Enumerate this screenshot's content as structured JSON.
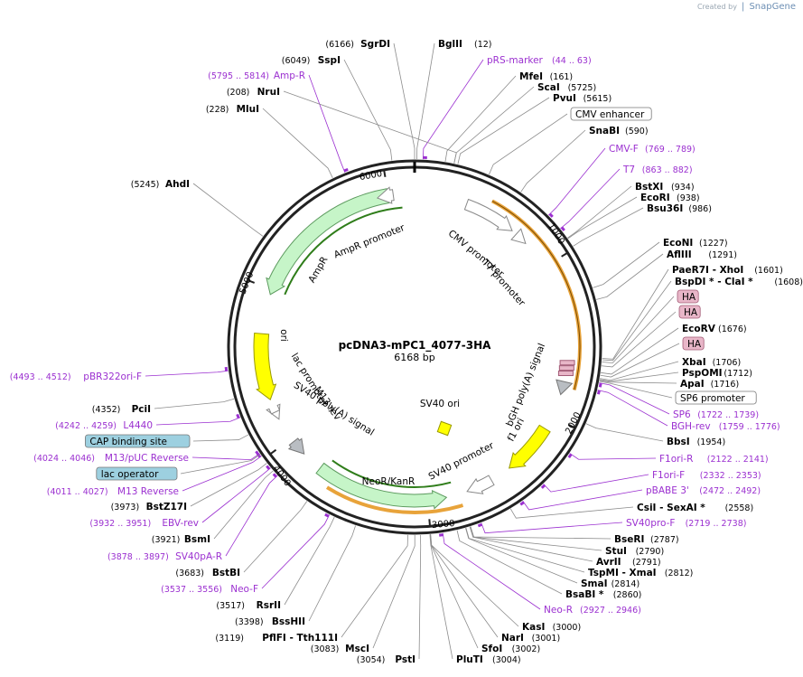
{
  "branding": {
    "created_by": "Created by",
    "app": "SnapGene"
  },
  "map": {
    "name": "pcDNA3-mPC1_4077-3HA",
    "size": "6168 bp",
    "length": 6168,
    "ticks": [
      "1000",
      "2000",
      "3000",
      "4000",
      "5000",
      "6000"
    ]
  },
  "features": [
    {
      "label": "CMV promoter",
      "color": "#ffffff",
      "stroke": "#888888"
    },
    {
      "label": "T7 promoter",
      "color": "#ffffff",
      "stroke": "#888888"
    },
    {
      "label": "HA",
      "color": "#e8b6c8",
      "stroke": "#a25b76"
    },
    {
      "label": "bGH poly(A) signal",
      "color": "#b9bdc2",
      "stroke": "#777777"
    },
    {
      "label": "f1 ori",
      "color": "#ffff00",
      "stroke": "#999900"
    },
    {
      "label": "SV40 promoter",
      "color": "#ffffff",
      "stroke": "#888888"
    },
    {
      "label": "SV40 ori",
      "color": "#ffff00",
      "stroke": "#999900"
    },
    {
      "label": "NeoR/KanR",
      "color": "#c6f5c8",
      "stroke": "#5c9a5e"
    },
    {
      "label": "SV40 poly(A) signal",
      "color": "#b9bdc2",
      "stroke": "#777777"
    },
    {
      "label": "lac promoter",
      "color": "#ffffff",
      "stroke": "#888888"
    },
    {
      "label": "M13 rev",
      "color": "#ffffff",
      "stroke": "#888888"
    },
    {
      "label": "ori",
      "color": "#ffff00",
      "stroke": "#999900"
    },
    {
      "label": "AmpR",
      "color": "#c6f5c8",
      "stroke": "#5c9a5e"
    },
    {
      "label": "AmpR promoter",
      "color": "#ffffff",
      "stroke": "#888888"
    }
  ],
  "labels": [
    {
      "type": "enzyme",
      "name": "SgrDI",
      "pos": "(6166)"
    },
    {
      "type": "enzyme",
      "name": "BglII",
      "pos": "(12)"
    },
    {
      "type": "enzyme",
      "name": "SspI",
      "pos": "(6049)"
    },
    {
      "type": "primer",
      "name": "pRS-marker",
      "pos": "(44 .. 63)"
    },
    {
      "type": "primer",
      "name": "Amp-R",
      "pos": "(5795 .. 5814)"
    },
    {
      "type": "enzyme",
      "name": "MfeI",
      "pos": "(161)"
    },
    {
      "type": "enzyme",
      "name": "NruI",
      "pos": "(208)"
    },
    {
      "type": "enzyme",
      "name": "ScaI",
      "pos": "(5725)"
    },
    {
      "type": "enzyme",
      "name": "MluI",
      "pos": "(228)"
    },
    {
      "type": "enzyme",
      "name": "PvuI",
      "pos": "(5615)"
    },
    {
      "type": "feature",
      "name": "CMV enhancer",
      "pos": ""
    },
    {
      "type": "enzyme",
      "name": "SnaBI",
      "pos": "(590)"
    },
    {
      "type": "primer",
      "name": "CMV-F",
      "pos": "(769 .. 789)"
    },
    {
      "type": "primer",
      "name": "T7",
      "pos": "(863 .. 882)"
    },
    {
      "type": "enzyme",
      "name": "AhdI",
      "pos": "(5245)"
    },
    {
      "type": "enzyme",
      "name": "BstXI",
      "pos": "(934)"
    },
    {
      "type": "enzyme",
      "name": "EcoRI",
      "pos": "(938)"
    },
    {
      "type": "enzyme",
      "name": "Bsu36I",
      "pos": "(986)"
    },
    {
      "type": "enzyme",
      "name": "EcoNI",
      "pos": "(1227)"
    },
    {
      "type": "enzyme",
      "name": "AflIII",
      "pos": "(1291)"
    },
    {
      "type": "enzyme",
      "name": "PaeR7I - XhoI",
      "pos": "(1601)"
    },
    {
      "type": "enzyme",
      "name": "BspDI * - ClaI *",
      "pos": "(1608)"
    },
    {
      "type": "featureHA",
      "name": "HA",
      "pos": ""
    },
    {
      "type": "featureHA",
      "name": "HA",
      "pos": ""
    },
    {
      "type": "enzyme",
      "name": "EcoRV",
      "pos": "(1676)"
    },
    {
      "type": "featureHA",
      "name": "HA",
      "pos": ""
    },
    {
      "type": "enzyme",
      "name": "XbaI",
      "pos": "(1706)"
    },
    {
      "type": "enzyme",
      "name": "PspOMI",
      "pos": "(1712)"
    },
    {
      "type": "enzyme",
      "name": "ApaI",
      "pos": "(1716)"
    },
    {
      "type": "feature",
      "name": "SP6 promoter",
      "pos": ""
    },
    {
      "type": "primer",
      "name": "SP6",
      "pos": "(1722 .. 1739)"
    },
    {
      "type": "primer",
      "name": "BGH-rev",
      "pos": "(1759 .. 1776)"
    },
    {
      "type": "enzyme",
      "name": "BbsI",
      "pos": "(1954)"
    },
    {
      "type": "primer",
      "name": "F1ori-R",
      "pos": "(2122 .. 2141)"
    },
    {
      "type": "primer",
      "name": "F1ori-F",
      "pos": "(2332 .. 2353)"
    },
    {
      "type": "primer",
      "name": "pBABE 3'",
      "pos": "(2472 .. 2492)"
    },
    {
      "type": "enzyme",
      "name": "CsiI - SexAI *",
      "pos": "(2558)"
    },
    {
      "type": "primer",
      "name": "SV40pro-F",
      "pos": "(2719 .. 2738)"
    },
    {
      "type": "enzyme",
      "name": "BseRI",
      "pos": "(2787)"
    },
    {
      "type": "enzyme",
      "name": "StuI",
      "pos": "(2790)"
    },
    {
      "type": "enzyme",
      "name": "AvrII",
      "pos": "(2791)"
    },
    {
      "type": "enzyme",
      "name": "TspMI - XmaI",
      "pos": "(2812)"
    },
    {
      "type": "enzyme",
      "name": "SmaI",
      "pos": "(2814)"
    },
    {
      "type": "enzyme",
      "name": "BsaBI *",
      "pos": "(2860)"
    },
    {
      "type": "primer",
      "name": "Neo-R",
      "pos": "(2927 .. 2946)"
    },
    {
      "type": "enzyme",
      "name": "KasI",
      "pos": "(3000)"
    },
    {
      "type": "enzyme",
      "name": "NarI",
      "pos": "(3001)"
    },
    {
      "type": "enzyme",
      "name": "SfoI",
      "pos": "(3002)"
    },
    {
      "type": "enzyme",
      "name": "PluTI",
      "pos": "(3004)"
    },
    {
      "type": "enzyme",
      "name": "PstI",
      "pos": "(3054)"
    },
    {
      "type": "enzyme",
      "name": "MscI",
      "pos": "(3083)"
    },
    {
      "type": "enzyme",
      "name": "PflFI - Tth111I",
      "pos": "(3119)"
    },
    {
      "type": "enzyme",
      "name": "BssHII",
      "pos": "(3398)"
    },
    {
      "type": "enzyme",
      "name": "RsrII",
      "pos": "(3517)"
    },
    {
      "type": "primer",
      "name": "Neo-F",
      "pos": "(3537 .. 3556)"
    },
    {
      "type": "enzyme",
      "name": "BstBI",
      "pos": "(3683)"
    },
    {
      "type": "primer",
      "name": "SV40pA-R",
      "pos": "(3878 .. 3897)"
    },
    {
      "type": "enzyme",
      "name": "BsmI",
      "pos": "(3921)"
    },
    {
      "type": "primer",
      "name": "EBV-rev",
      "pos": "(3932 .. 3951)"
    },
    {
      "type": "enzyme",
      "name": "BstZ17I",
      "pos": "(3973)"
    },
    {
      "type": "primer",
      "name": "M13 Reverse",
      "pos": "(4011 .. 4027)"
    },
    {
      "type": "feature",
      "name": "lac operator",
      "pos": ""
    },
    {
      "type": "primer",
      "name": "M13/pUC Reverse",
      "pos": "(4024 .. 4046)"
    },
    {
      "type": "feature",
      "name": "CAP binding site",
      "pos": ""
    },
    {
      "type": "primer",
      "name": "L4440",
      "pos": "(4242 .. 4259)"
    },
    {
      "type": "enzyme",
      "name": "PciI",
      "pos": "(4352)"
    },
    {
      "type": "primer",
      "name": "pBR322ori-F",
      "pos": "(4493 .. 4512)"
    }
  ],
  "colors": {
    "primer": "#9b30d0",
    "enzyme": "#000000",
    "pos": "#000000",
    "line": "#8c8c8c"
  }
}
